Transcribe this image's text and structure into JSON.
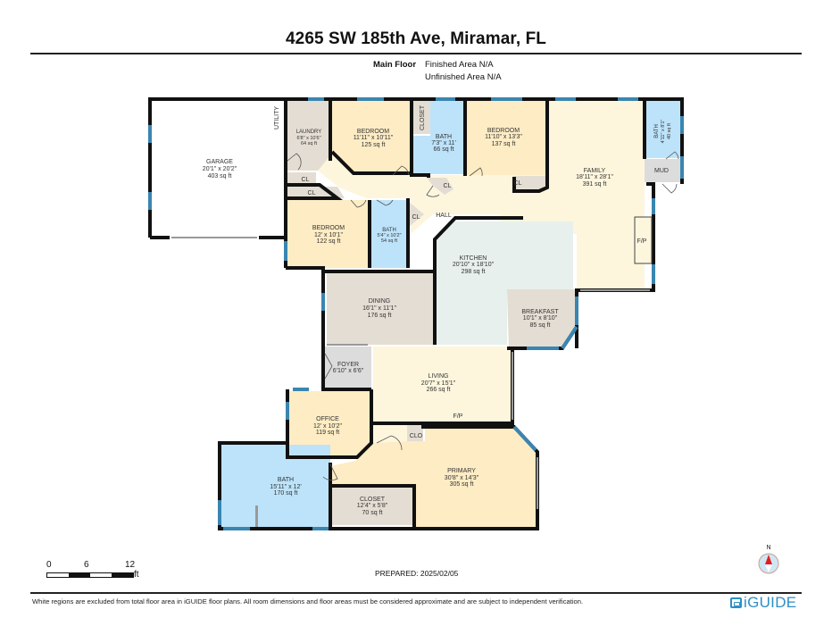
{
  "header": {
    "title": "4265 SW 185th Ave, Miramar, FL",
    "floor_label": "Main Floor",
    "finished_area": "Finished Area N/A",
    "unfinished_area": "Unfinished Area N/A"
  },
  "rooms": {
    "garage": {
      "name": "GARAGE",
      "dims": "20'1\" x 20'2\"",
      "area": "403 sq ft"
    },
    "utility": {
      "name": "UTILITY"
    },
    "laundry": {
      "name": "LAUNDRY",
      "dims": "6'8\" x 10'6\"",
      "area": "64 sq ft"
    },
    "bedroom1": {
      "name": "BEDROOM",
      "dims": "11'11\" x 10'11\"",
      "area": "125 sq ft"
    },
    "closet_top": {
      "name": "CLOSET"
    },
    "bath1": {
      "name": "BATH",
      "dims": "7'3\" x 11'",
      "area": "66 sq ft"
    },
    "bedroom2": {
      "name": "BEDROOM",
      "dims": "11'10\" x 13'3\"",
      "area": "137 sq ft"
    },
    "family": {
      "name": "FAMILY",
      "dims": "18'11\" x 28'1\"",
      "area": "391 sq ft"
    },
    "bath2": {
      "name": "BATH",
      "dims": "4'11\" x 8'1\"",
      "area": "40 sq ft"
    },
    "mud": {
      "name": "MUD"
    },
    "fp_family": {
      "name": "F/P"
    },
    "cl1": {
      "name": "CL"
    },
    "cl2": {
      "name": "CL"
    },
    "cl3": {
      "name": "CL"
    },
    "cl4": {
      "name": "CL"
    },
    "cl5": {
      "name": "CL"
    },
    "hall": {
      "name": "HALL"
    },
    "bedroom3": {
      "name": "BEDROOM",
      "dims": "12' x 10'1\"",
      "area": "122 sq ft"
    },
    "bath3": {
      "name": "BATH",
      "dims": "5'4\" x 10'2\"",
      "area": "54 sq ft"
    },
    "kitchen": {
      "name": "KITCHEN",
      "dims": "20'10\" x 18'10\"",
      "area": "298 sq ft"
    },
    "dining": {
      "name": "DINING",
      "dims": "16'1\" x 11'1\"",
      "area": "176 sq ft"
    },
    "breakfast": {
      "name": "BREAKFAST",
      "dims": "10'1\" x 8'10\"",
      "area": "85 sq ft"
    },
    "foyer": {
      "name": "FOYER",
      "dims": "6'10\" x 6'6\""
    },
    "living": {
      "name": "LIVING",
      "dims": "20'7\" x 15'1\"",
      "area": "266 sq ft"
    },
    "fp_living": {
      "name": "F/P"
    },
    "office": {
      "name": "OFFICE",
      "dims": "12' x 10'2\"",
      "area": "119 sq ft"
    },
    "clo": {
      "name": "CLO"
    },
    "primary": {
      "name": "PRIMARY",
      "dims": "30'8\" x 14'3\"",
      "area": "305 sq ft"
    },
    "bath4": {
      "name": "BATH",
      "dims": "15'11\" x 12'",
      "area": "170 sq ft"
    },
    "closet_primary": {
      "name": "CLOSET",
      "dims": "12'4\" x 5'8\"",
      "area": "70 sq ft"
    }
  },
  "colors": {
    "bedroom": "#fdecc4",
    "bath": "#bde3fa",
    "utility": "#e4ddd3",
    "living": "#fdf6dd",
    "kitchen": "#e7f0ec",
    "garage": "#ffffff",
    "foyer": "#dcdcdc",
    "window": "#3a86b0",
    "wall": "#111111"
  },
  "scale": {
    "ticks": [
      "0",
      "6",
      "12"
    ],
    "unit": "ft"
  },
  "compass": {
    "label": "N"
  },
  "prepared": "PREPARED: 2025/02/05",
  "disclaimer": "White regions are excluded from total floor area in iGUIDE floor plans. All room dimensions and floor areas must be considered approximate and are subject to independent verification.",
  "logo": {
    "text": "iGUIDE"
  }
}
